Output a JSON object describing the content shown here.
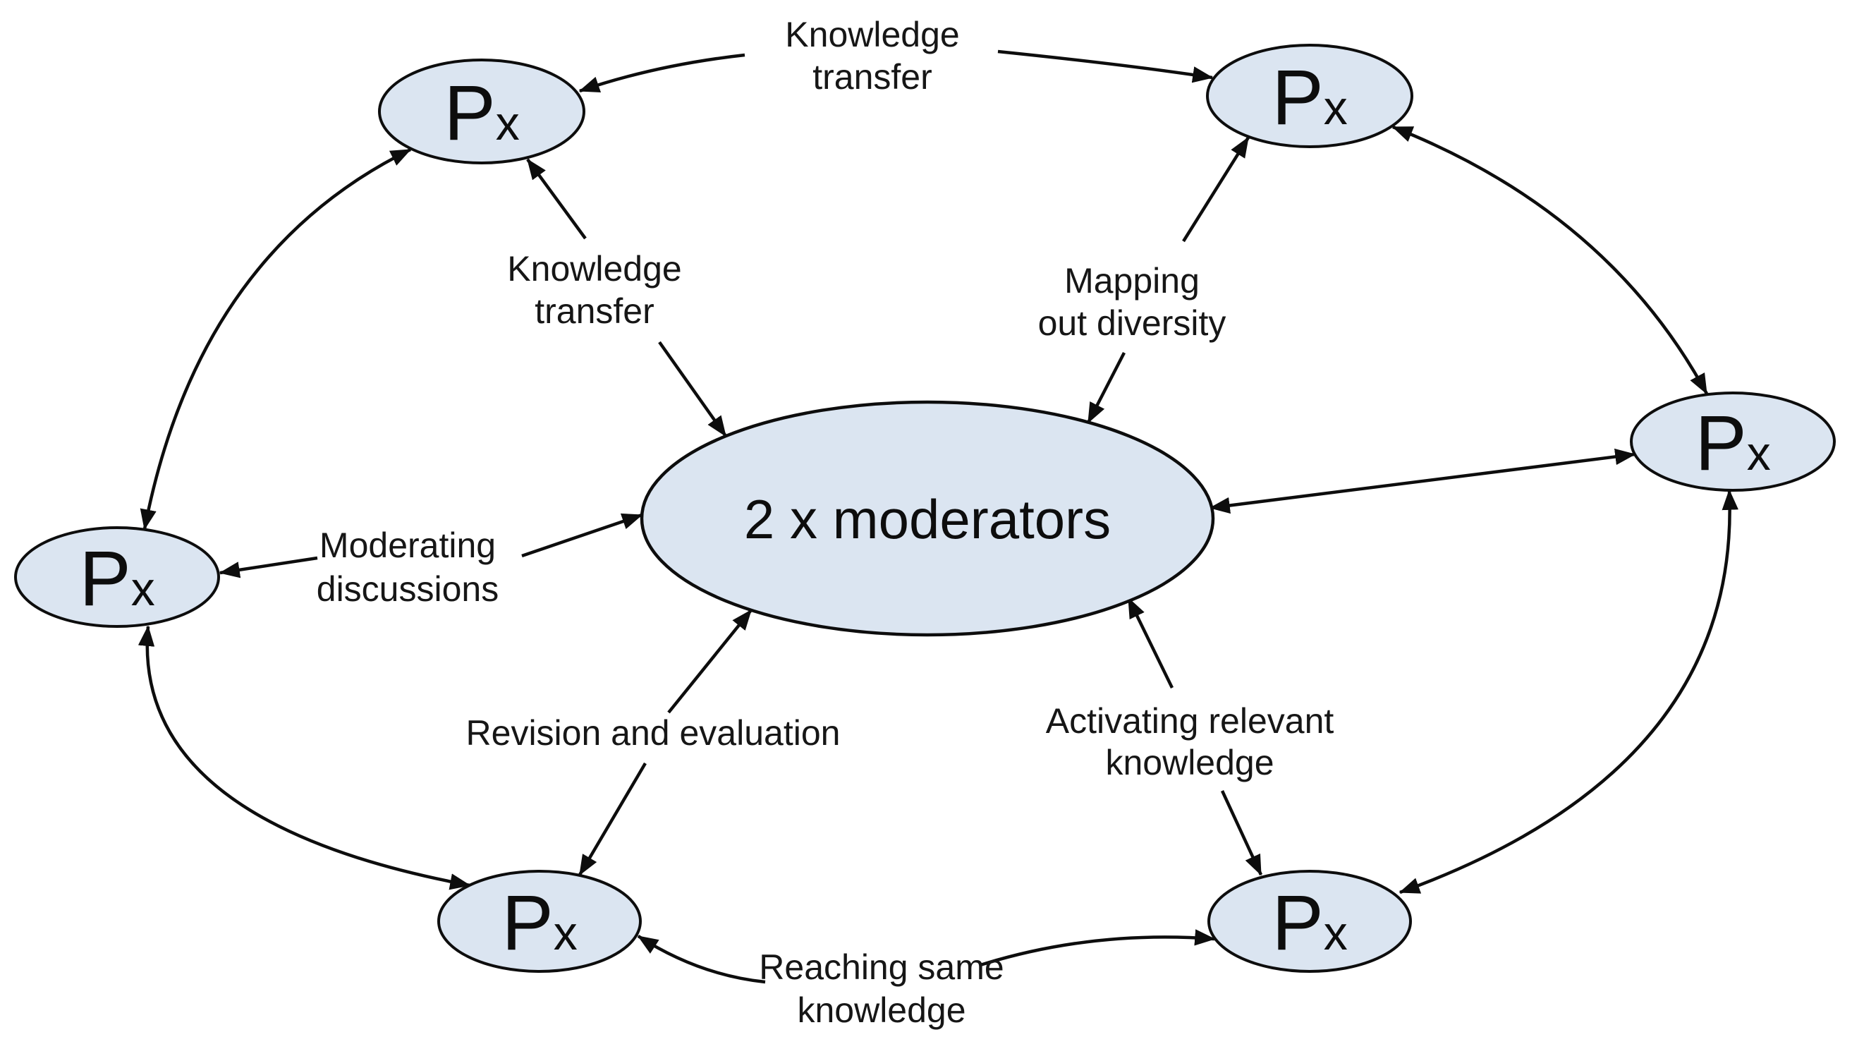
{
  "diagram": {
    "description_type": "concept-diagram",
    "colors": {
      "node_fill": "#dbe5f1",
      "stroke": "#0d0d0d",
      "text": "#161616",
      "background": "#ffffff"
    },
    "center_node": {
      "label": "2 x moderators"
    },
    "nodes": [
      {
        "id": "participant-top-left",
        "label_main": "P",
        "label_sub": "x"
      },
      {
        "id": "participant-top-right",
        "label_main": "P",
        "label_sub": "x"
      },
      {
        "id": "participant-right",
        "label_main": "P",
        "label_sub": "x"
      },
      {
        "id": "participant-bottom-right",
        "label_main": "P",
        "label_sub": "x"
      },
      {
        "id": "participant-bottom-left",
        "label_main": "P",
        "label_sub": "x"
      },
      {
        "id": "participant-left",
        "label_main": "P",
        "label_sub": "x"
      }
    ],
    "labels": {
      "knowledge_transfer_top": {
        "lines": [
          "Knowledge",
          "transfer"
        ]
      },
      "knowledge_transfer_inner": {
        "lines": [
          "Knowledge",
          "transfer"
        ]
      },
      "mapping_out_diversity": {
        "lines": [
          "Mapping",
          "out diversity"
        ]
      },
      "moderating_discussions": {
        "lines": [
          "Moderating",
          "discussions"
        ]
      },
      "revision_and_evaluation": {
        "lines": [
          "Revision and evaluation"
        ]
      },
      "activating_relevant_knowledge": {
        "lines": [
          "Activating relevant",
          "knowledge"
        ]
      },
      "reaching_same_knowledge": {
        "lines": [
          "Reaching same",
          "knowledge"
        ]
      }
    }
  }
}
